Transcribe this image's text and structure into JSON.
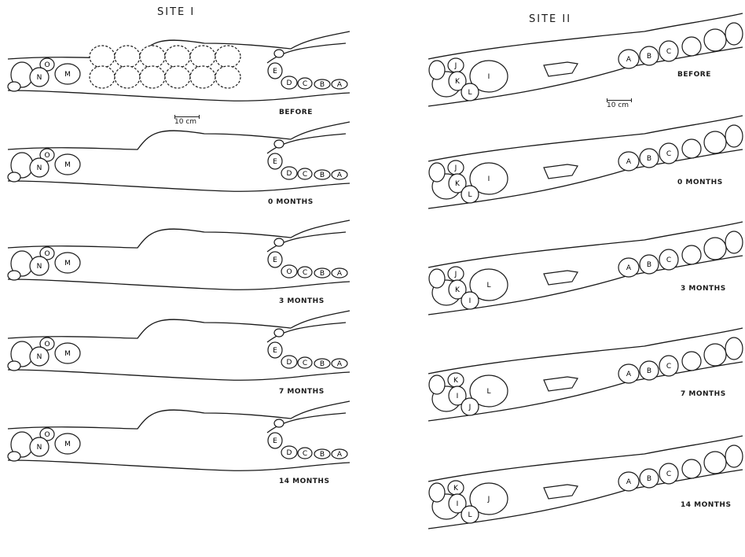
{
  "site1": {
    "title": "SITE I",
    "scale_label": "10 cm",
    "panels": [
      {
        "label": "BEFORE",
        "stones": [
          "O",
          "N",
          "M",
          "E",
          "D",
          "C",
          "B",
          "A"
        ]
      },
      {
        "label": "0 MONTHS",
        "stones": [
          "O",
          "N",
          "M",
          "E",
          "D",
          "C",
          "B",
          "A"
        ]
      },
      {
        "label": "3 MONTHS",
        "stones": [
          "O",
          "N",
          "M",
          "E",
          "O",
          "C",
          "B",
          "A"
        ]
      },
      {
        "label": "7 MONTHS",
        "stones": [
          "O",
          "N",
          "M",
          "E",
          "D",
          "C",
          "B",
          "A"
        ]
      },
      {
        "label": "14 MONTHS",
        "stones": [
          "O",
          "N",
          "M",
          "E",
          "D",
          "C",
          "B",
          "A"
        ]
      }
    ]
  },
  "site2": {
    "title": "SITE II",
    "scale_label": "10 cm",
    "panels": [
      {
        "label": "BEFORE",
        "stones": [
          "J",
          "K",
          "I",
          "L",
          "A",
          "B",
          "C"
        ]
      },
      {
        "label": "0 MONTHS",
        "stones": [
          "J",
          "K",
          "I",
          "L",
          "A",
          "B",
          "C"
        ]
      },
      {
        "label": "3 MONTHS",
        "stones": [
          "J",
          "K",
          "L",
          "I",
          "A",
          "B",
          "C"
        ]
      },
      {
        "label": "7 MONTHS",
        "stones": [
          "K",
          "I",
          "L",
          "J",
          "A",
          "B",
          "C"
        ]
      },
      {
        "label": "14 MONTHS",
        "stones": [
          "K",
          "I",
          "J",
          "L",
          "A",
          "B",
          "C"
        ]
      }
    ]
  }
}
